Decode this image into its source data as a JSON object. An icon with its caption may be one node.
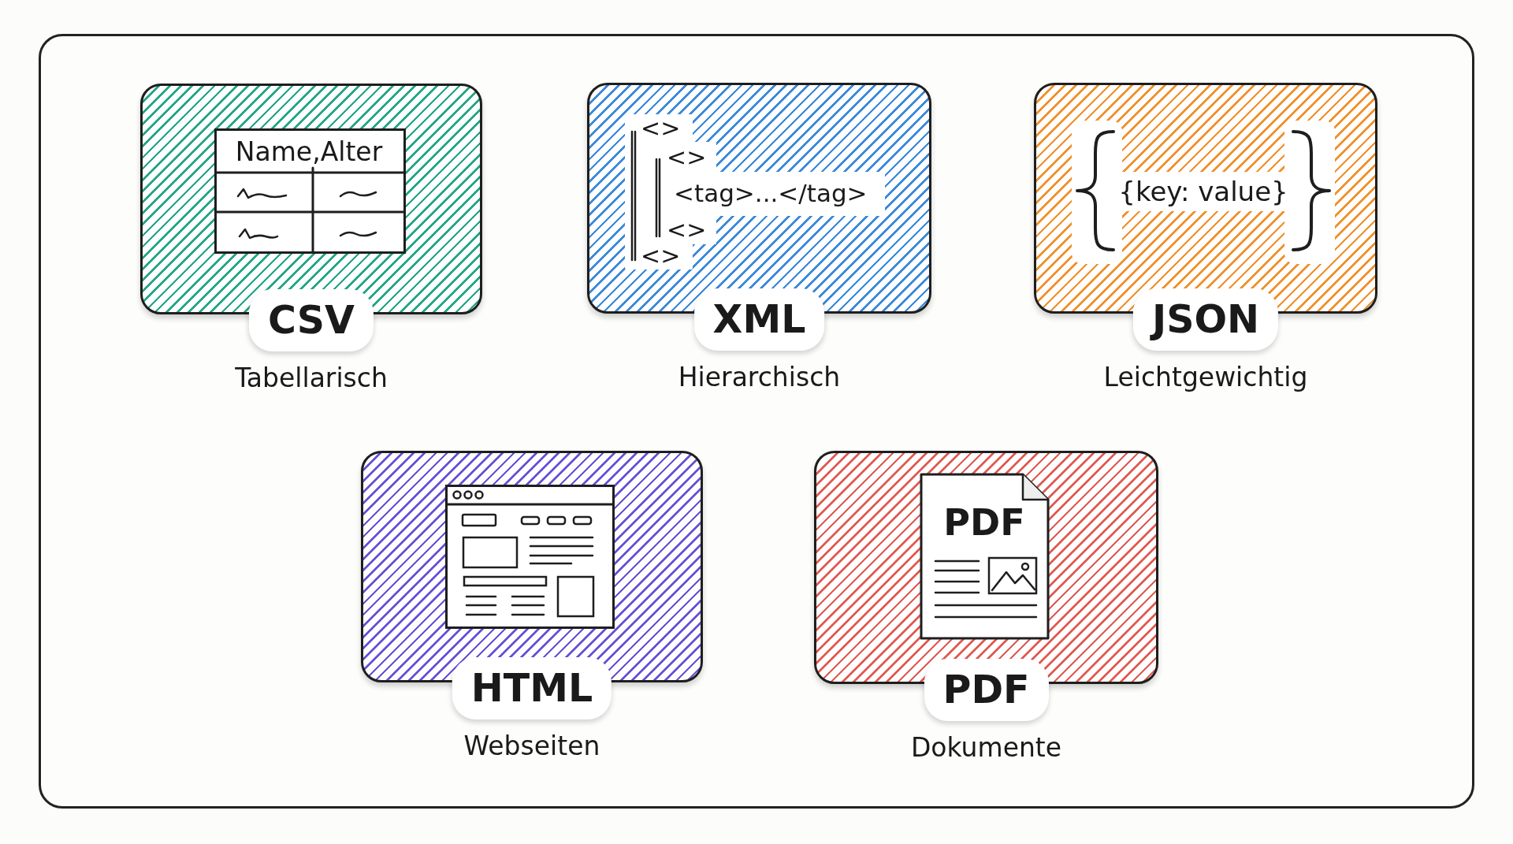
{
  "diagram": {
    "nodes": [
      {
        "text": [],
        "shape": "box"
      },
      {
        "text": [
          "Name,Alter",
          "CSV"
        ],
        "beside": [
          "Tabellarisch"
        ],
        "in": 0
      },
      {
        "text": [
          "<>",
          "<>",
          "<tag>...</tag>",
          "<>",
          "<>",
          "XML"
        ],
        "beside": [
          "Hierarchisch"
        ],
        "in": 0
      },
      {
        "text": [
          "{key: value}",
          "JSON"
        ],
        "beside": [
          "Leichtgewichtig"
        ],
        "in": 0
      },
      {
        "text": [
          "HTML"
        ],
        "beside": [
          "Webseiten"
        ],
        "in": 0
      },
      {
        "text": [
          "PDF",
          "PDF"
        ],
        "beside": [
          "Dokumente"
        ],
        "in": 0
      }
    ]
  }
}
